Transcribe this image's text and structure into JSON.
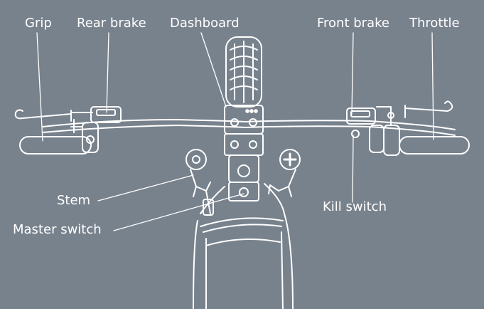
{
  "background_color": "#78828d",
  "line_color": "#ffffff",
  "labels": {
    "grip": "Grip",
    "rear_brake": "Rear brake",
    "dashboard": "Dashboard",
    "front_brake": "Front brake",
    "throttle": "Throttle",
    "stem": "Stem",
    "master_switch": "Master switch",
    "kill_switch": "Kill switch"
  }
}
